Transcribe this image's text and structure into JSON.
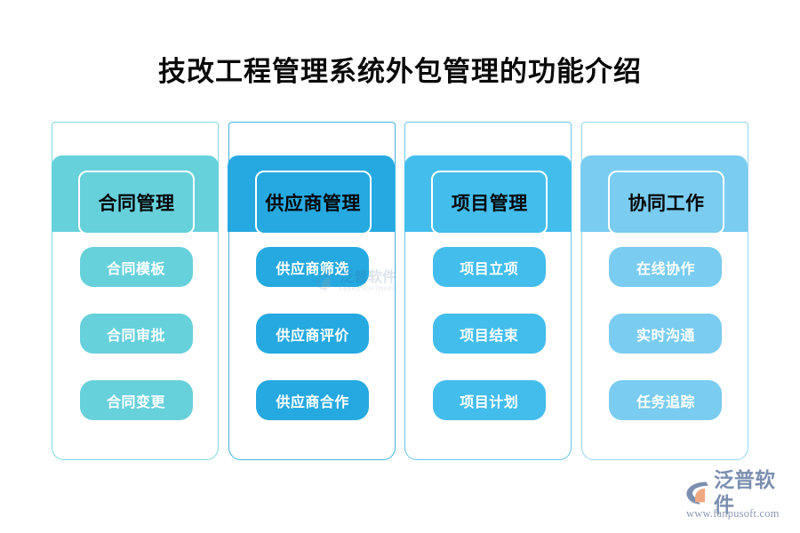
{
  "page": {
    "title": "技改工程管理系统外包管理的功能介绍",
    "background_color": "#ffffff",
    "title_color": "#0a0a0a"
  },
  "columns": [
    {
      "id": "contract-management",
      "header": "合同管理",
      "color": "#67D1DB",
      "border_color": "#7FD9E2",
      "items": [
        {
          "label": "合同模板"
        },
        {
          "label": "合同审批"
        },
        {
          "label": "合同变更"
        }
      ]
    },
    {
      "id": "supplier-management",
      "header": "供应商管理",
      "color": "#26A9E0",
      "border_color": "#3FB4E4",
      "items": [
        {
          "label": "供应商筛选"
        },
        {
          "label": "供应商评价"
        },
        {
          "label": "供应商合作"
        }
      ]
    },
    {
      "id": "project-management",
      "header": "项目管理",
      "color": "#43BDEC",
      "border_color": "#64C9EF",
      "items": [
        {
          "label": "项目立项"
        },
        {
          "label": "项目结束"
        },
        {
          "label": "项目计划"
        }
      ]
    },
    {
      "id": "collaborative-work",
      "header": "协同工作",
      "color": "#7ACCF0",
      "border_color": "#93D6F3",
      "items": [
        {
          "label": "在线协作"
        },
        {
          "label": "实时沟通"
        },
        {
          "label": "任务追踪"
        }
      ]
    }
  ],
  "watermark": {
    "brand_cn": "泛普软件",
    "brand_en": "FANPU SOFTWARE"
  },
  "logo": {
    "brand_cn": "泛普软件",
    "url": "www.fanpusoft.com",
    "text_color": "#7b8fb0",
    "mark_color": "#7b8fb0",
    "accent_color": "#f0a882"
  }
}
